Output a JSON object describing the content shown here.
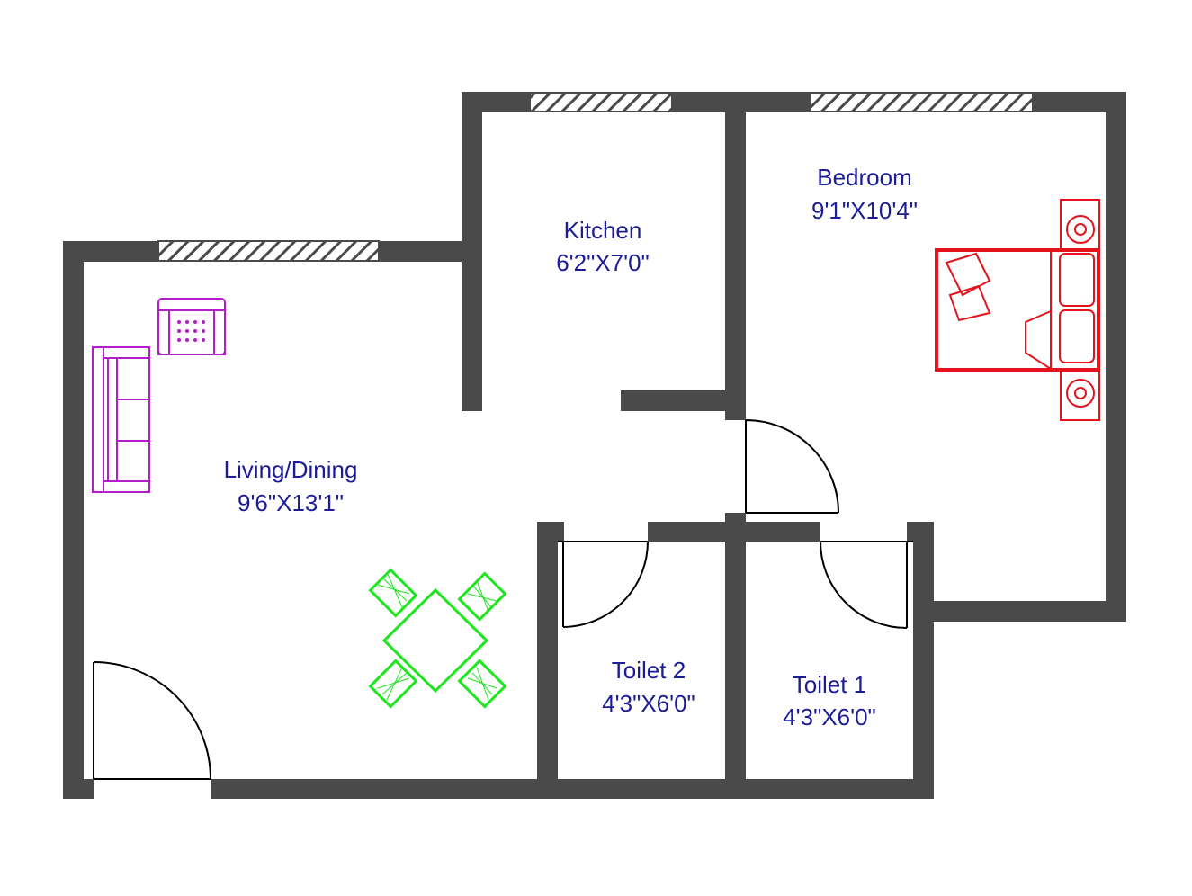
{
  "rooms": {
    "living": {
      "name": "Living/Dining",
      "size": "9'6\"X13'1\""
    },
    "kitchen": {
      "name": "Kitchen",
      "size": "6'2\"X7'0\""
    },
    "bedroom": {
      "name": "Bedroom",
      "size": "9'1\"X10'4\""
    },
    "toilet2": {
      "name": "Toilet 2",
      "size": "4'3\"X6'0\""
    },
    "toilet1": {
      "name": "Toilet 1",
      "size": "4'3\"X6'0\""
    }
  },
  "colors": {
    "wall": "#4a4a4a",
    "label": "#1c1c96",
    "sofa": "#b21fc9",
    "bed": "#e4131b",
    "dining": "#1ee61e"
  },
  "icons": [
    "sofa-icon",
    "armchair-icon",
    "bed-icon",
    "nightstand-icon",
    "dining-set-icon",
    "door-icon",
    "window-icon"
  ]
}
